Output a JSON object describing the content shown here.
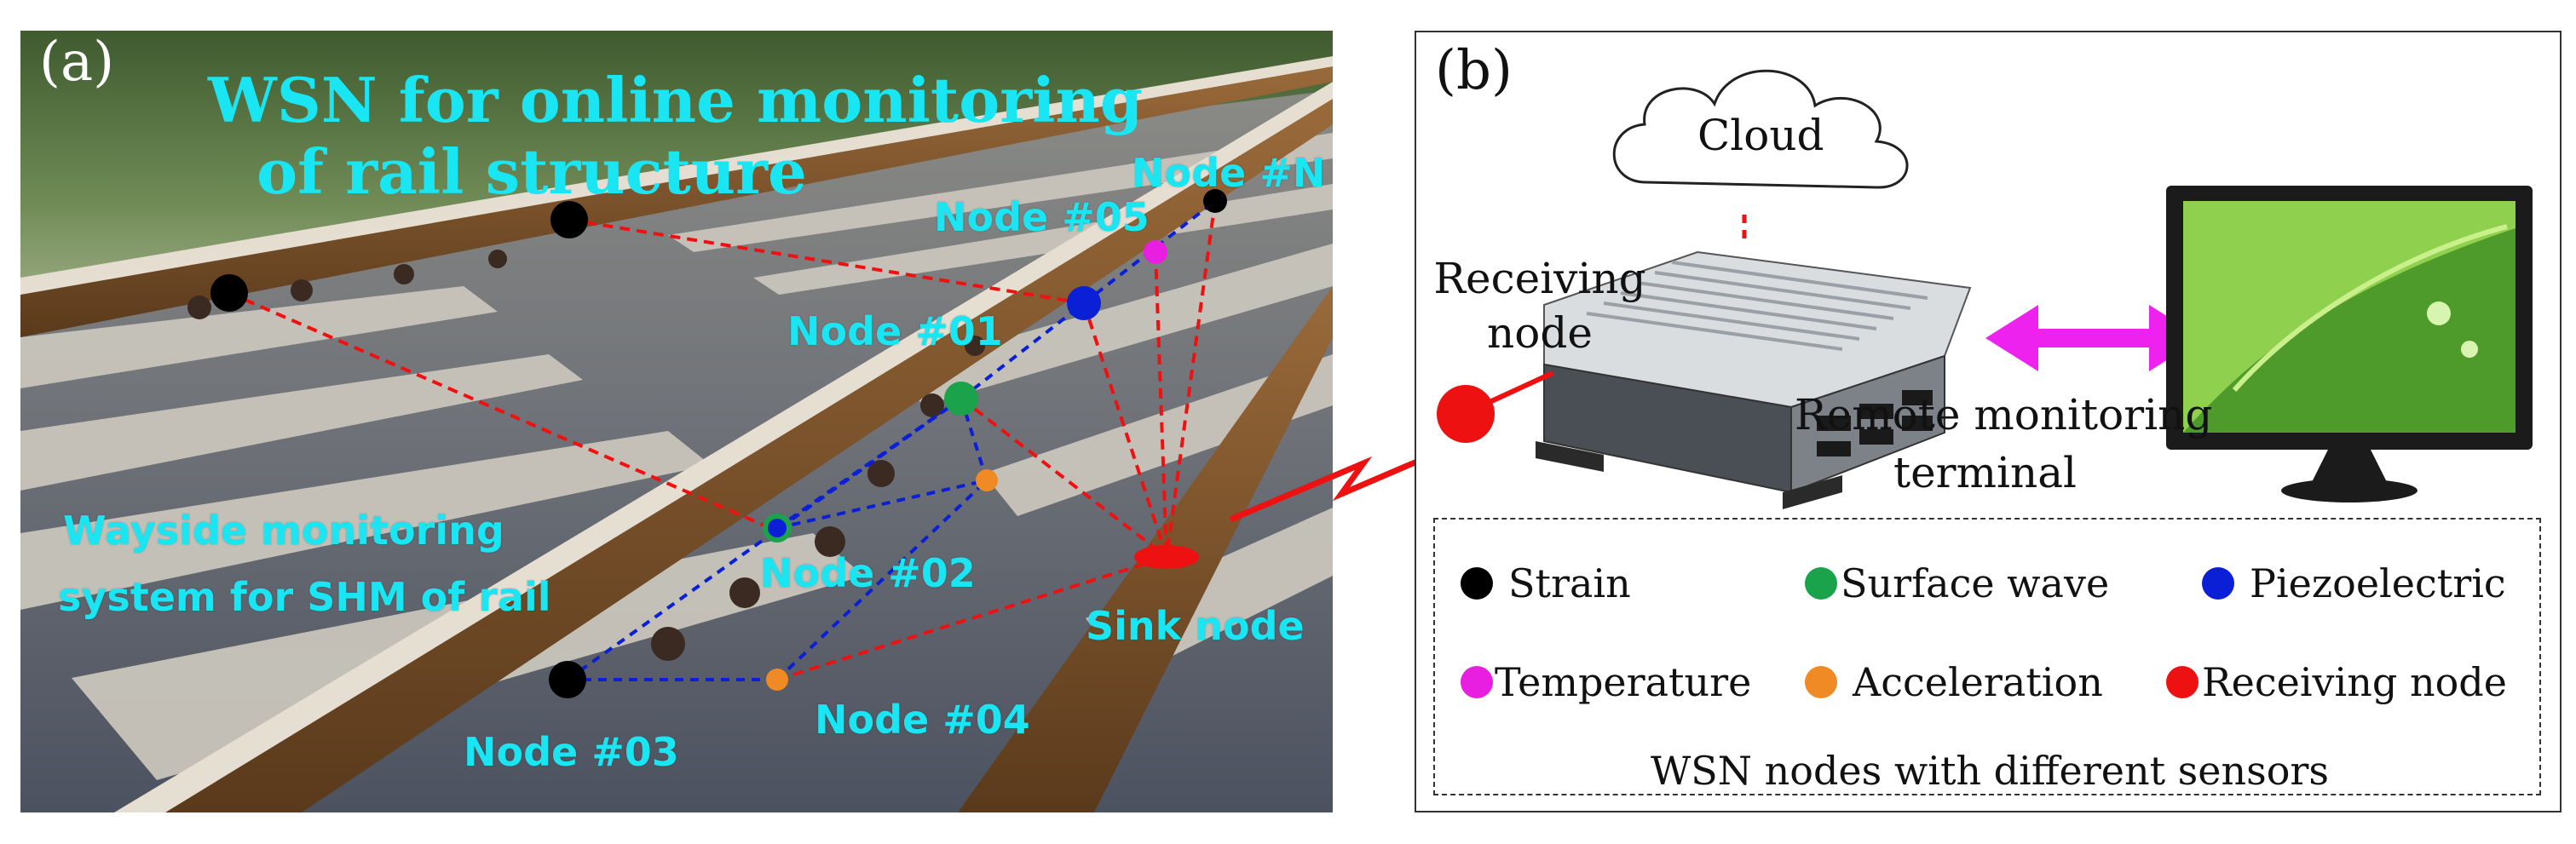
{
  "panel_a": {
    "tag": "(a)",
    "title_line1": "WSN for online monitoring",
    "title_line2": "of rail structure",
    "wayside_line1": "Wayside monitoring",
    "wayside_line2": "system for SHM of rail",
    "nodes": {
      "n01": "Node #01",
      "n02": "Node #02",
      "n03": "Node #03",
      "n04": "Node #04",
      "n05": "Node #05",
      "nN": "Node #N",
      "sink": "Sink node"
    }
  },
  "panel_b": {
    "tag": "(b)",
    "cloud": "Cloud",
    "receiving_line1": "Receiving",
    "receiving_line2": "node",
    "terminal_line1": "Remote monitoring",
    "terminal_line2": "terminal",
    "legend": {
      "strain": "Strain",
      "surface_wave": "Surface wave",
      "piezoelectric": "Piezoelectric",
      "temperature": "Temperature",
      "acceleration": "Acceleration",
      "receiving": "Receiving node"
    },
    "legend_caption": "WSN nodes with different sensors"
  },
  "colors": {
    "strain": "#000000",
    "surface_wave": "#1aa34a",
    "piezoelectric": "#0a1fd6",
    "temperature": "#e81ee0",
    "acceleration": "#f08a24",
    "receiving": "#ee1111",
    "label_cyan": "#19e6f2",
    "arrow_magenta": "#ee22ee"
  }
}
